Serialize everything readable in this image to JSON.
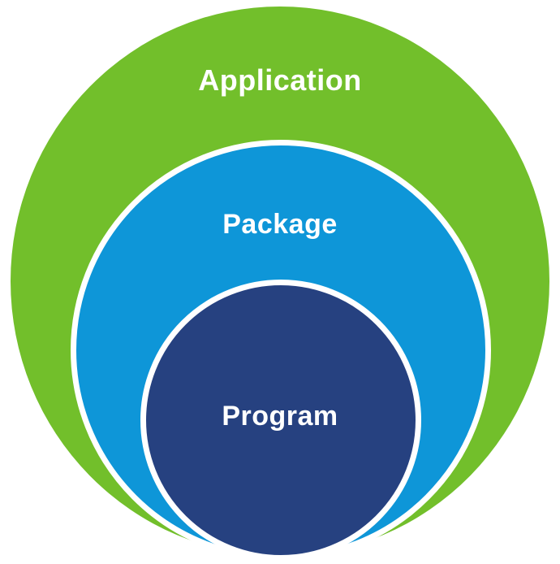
{
  "diagram": {
    "type": "nested-circles",
    "levels": [
      {
        "label": "Application",
        "color": "#72BF2B"
      },
      {
        "label": "Package",
        "color": "#0E96D8"
      },
      {
        "label": "Program",
        "color": "#264180"
      }
    ],
    "outline_color": "#FFFFFF",
    "label_color": "#FFFFFF",
    "canvas_background": "#FFFFFF"
  }
}
